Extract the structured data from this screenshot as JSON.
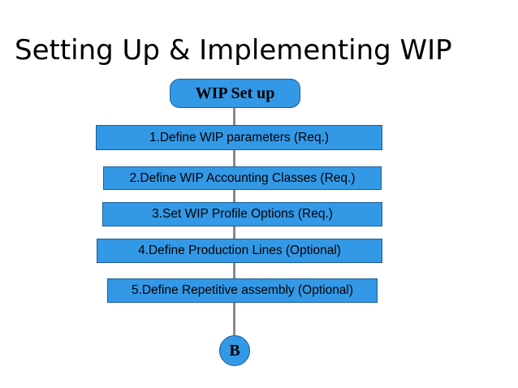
{
  "slide": {
    "title": "Setting Up & Implementing WIP",
    "background_color": "#ffffff",
    "node_fill_color": "#3399e6",
    "node_border_color": "#1b5c96",
    "connector_color": "#8a8a8a"
  },
  "flowchart": {
    "start": {
      "label": "WIP Set up",
      "shape": "rounded-rectangle"
    },
    "steps": [
      {
        "label": "1.Define WIP parameters (Req.)"
      },
      {
        "label": "2.Define WIP Accounting Classes (Req.)"
      },
      {
        "label": "3.Set WIP Profile Options (Req.)"
      },
      {
        "label": "4.Define Production Lines (Optional)"
      },
      {
        "label": "5.Define Repetitive assembly (Optional)"
      }
    ],
    "end": {
      "label": "B",
      "shape": "ellipse"
    }
  }
}
